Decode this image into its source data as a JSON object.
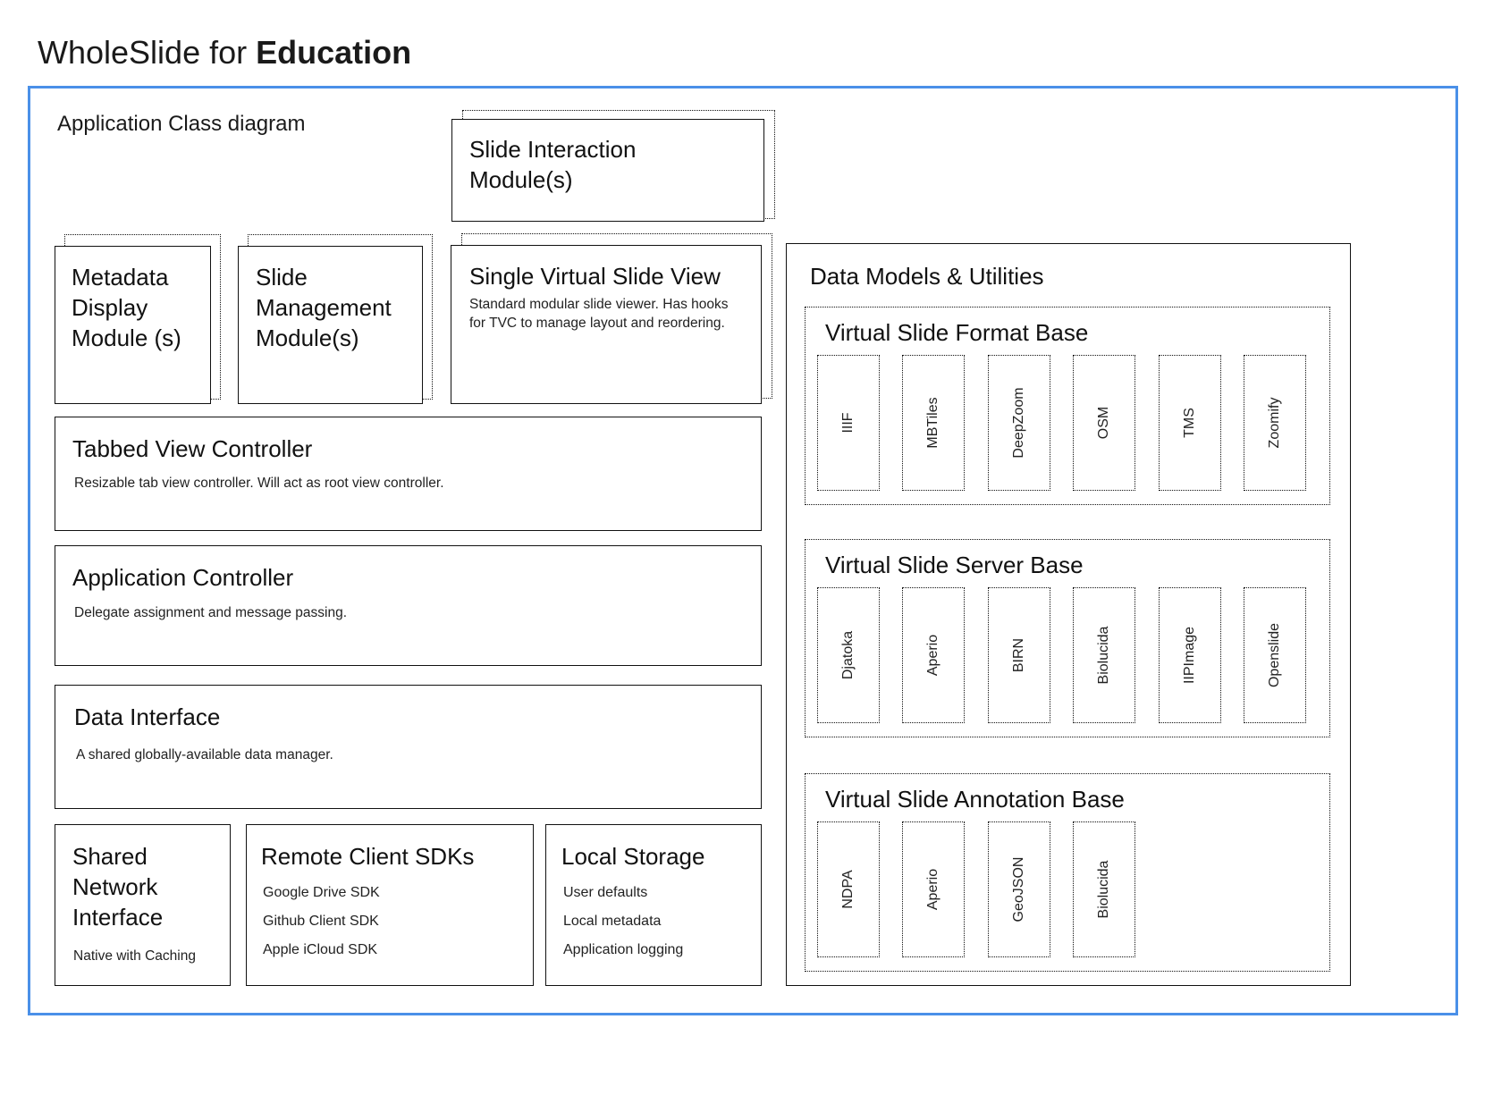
{
  "title": {
    "plain": "WholeSlide for ",
    "strong": "Education"
  },
  "diagram": {
    "caption": "Application Class diagram",
    "frame_color": "#4a90e8"
  },
  "left_column": {
    "slide_interaction": {
      "title": "Slide Interaction Module(s)",
      "stacked": true
    },
    "metadata_display": {
      "title": "Metadata Display Module (s)",
      "stacked": true
    },
    "slide_management": {
      "title": "Slide Management Module(s)",
      "stacked": true
    },
    "single_virtual_slide_view": {
      "title": "Single Virtual Slide View",
      "subtitle": "Standard modular slide viewer. Has hooks for TVC to manage layout and reordering.",
      "stacked": true
    },
    "tabbed_view_controller": {
      "title": "Tabbed View Controller",
      "subtitle": "Resizable tab view controller. Will act as root view controller."
    },
    "application_controller": {
      "title": "Application Controller",
      "subtitle": "Delegate assignment and message passing."
    },
    "data_interface": {
      "title": "Data Interface",
      "subtitle": "A shared globally-available data manager."
    },
    "shared_network_interface": {
      "title": "Shared Network Interface",
      "subtitle": "Native with Caching"
    },
    "remote_client_sdks": {
      "title": "Remote Client SDKs",
      "items": [
        "Google Drive SDK",
        "Github Client SDK",
        "Apple iCloud SDK"
      ]
    },
    "local_storage": {
      "title": "Local Storage",
      "items": [
        "User defaults",
        "Local metadata",
        "Application logging"
      ]
    }
  },
  "right_column": {
    "panel_title": "Data Models & Utilities",
    "groups": [
      {
        "title": "Virtual Slide Format Base",
        "items": [
          "IIIF",
          "MBTiles",
          "DeepZoom",
          "OSM",
          "TMS",
          "Zoomify"
        ]
      },
      {
        "title": "Virtual Slide Server Base",
        "items": [
          "Djatoka",
          "Aperio",
          "BIRN",
          "Biolucida",
          "IIPImage",
          "Openslide"
        ]
      },
      {
        "title": "Virtual Slide Annotation Base",
        "items": [
          "NDPA",
          "Aperio",
          "GeoJSON",
          "Biolucida"
        ]
      }
    ]
  }
}
